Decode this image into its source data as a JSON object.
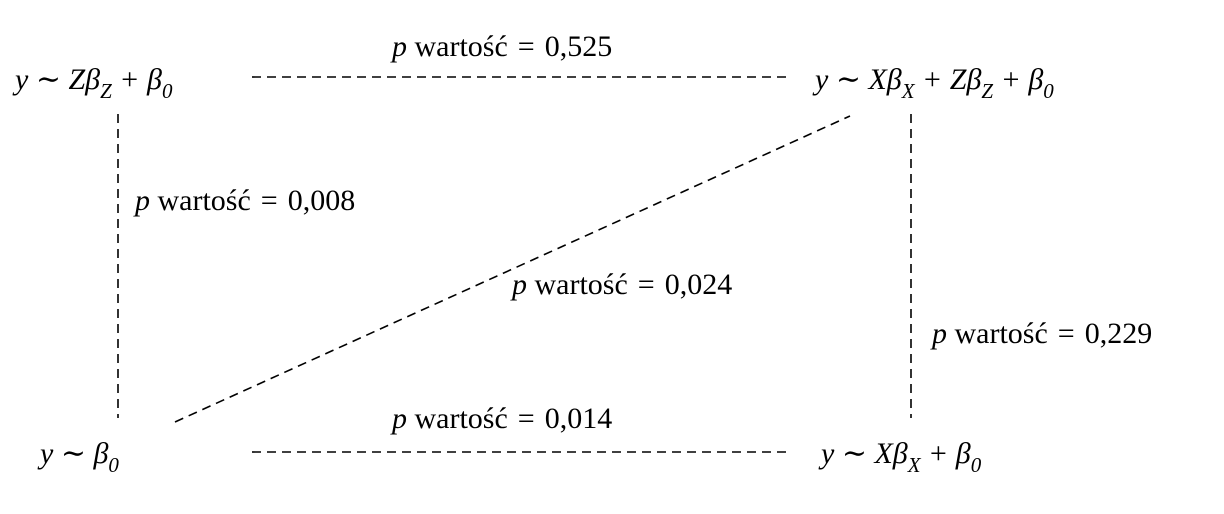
{
  "nodes": {
    "top_left": {
      "pre": "y ∼ Zβ",
      "sub1": "Z",
      "post1": " + β",
      "sub2": "0"
    },
    "top_right": {
      "pre": "y ∼ Xβ",
      "sub1": "X",
      "mid": " + Zβ",
      "sub2": "Z",
      "post2": " + β",
      "sub3": "0"
    },
    "bottom_left": {
      "pre": "y ∼ β",
      "sub1": "0"
    },
    "bottom_right": {
      "pre": "y ∼ Xβ",
      "sub1": "X",
      "post1": " + β",
      "sub2": "0"
    }
  },
  "edges": {
    "top": {
      "p": "p",
      "text": "wartość",
      "eq": "=",
      "value": "0,525"
    },
    "left": {
      "p": "p",
      "text": "wartość",
      "eq": "=",
      "value": "0,008"
    },
    "diagonal": {
      "p": "p",
      "text": "wartość",
      "eq": "=",
      "value": "0,024"
    },
    "right": {
      "p": "p",
      "text": "wartość",
      "eq": "=",
      "value": "0,229"
    },
    "bottom": {
      "p": "p",
      "text": "wartość",
      "eq": "=",
      "value": "0,014"
    }
  }
}
